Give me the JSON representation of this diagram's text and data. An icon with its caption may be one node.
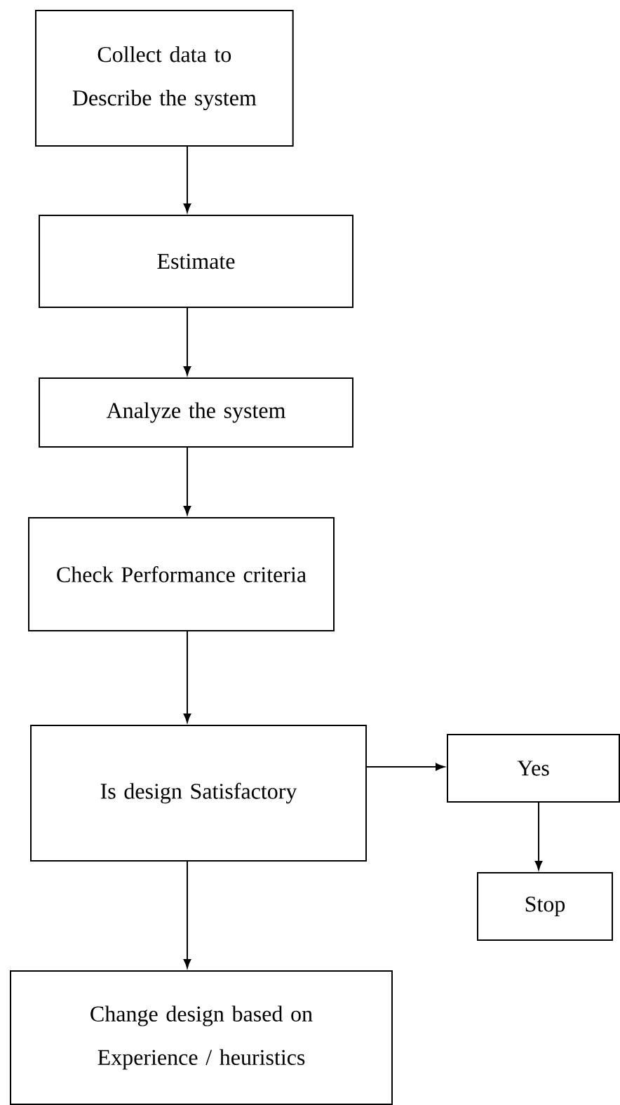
{
  "diagram": {
    "nodes": [
      {
        "text": [
          "Collect data to Describe the system"
        ]
      },
      {
        "text": [
          "Estimate"
        ]
      },
      {
        "text": [
          "Analyze the system"
        ]
      },
      {
        "text": [
          "Check Performance criteria"
        ]
      },
      {
        "text": [
          "Is design Satisfactory"
        ]
      },
      {
        "text": [
          "Yes"
        ]
      },
      {
        "text": [
          "Stop"
        ]
      },
      {
        "text": [
          "Change design based on Experience / heuristics"
        ]
      }
    ],
    "edges": [
      {
        "from": 0,
        "to": 1,
        "arrow": "to"
      },
      {
        "from": 1,
        "to": 2,
        "arrow": "to"
      },
      {
        "from": 2,
        "to": 3,
        "arrow": "to"
      },
      {
        "from": 3,
        "to": 4,
        "arrow": "to"
      },
      {
        "from": 4,
        "to": 5,
        "arrow": "to"
      },
      {
        "from": 5,
        "to": 6,
        "arrow": "to"
      },
      {
        "from": 4,
        "to": 7,
        "arrow": "to"
      }
    ]
  }
}
